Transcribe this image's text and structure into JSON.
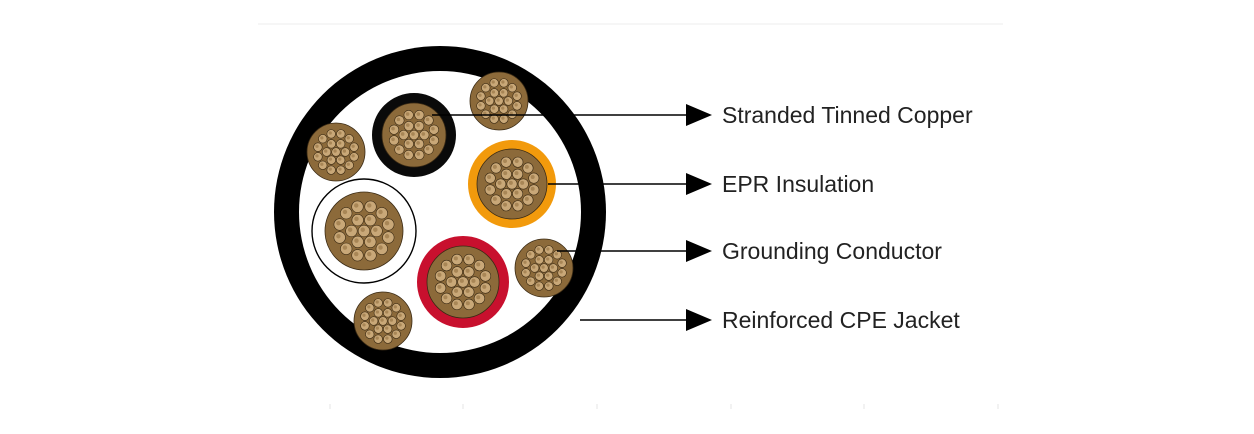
{
  "diagram": {
    "labels": [
      "Stranded Tinned Copper",
      "EPR Insulation",
      "Grounding Conductor",
      "Reinforced CPE Jacket"
    ],
    "colors": {
      "jacket": "#000000",
      "filler": "#ffffff",
      "strand_fill": "#8c6a3a",
      "strand_light": "#c9a878",
      "strand_edge": "#3a2a14",
      "insulation_black": "#0a0a0a",
      "insulation_orange": "#f29a0c",
      "insulation_red": "#c8102e",
      "insulation_white": "#ffffff",
      "leader_line": "#000000"
    }
  }
}
